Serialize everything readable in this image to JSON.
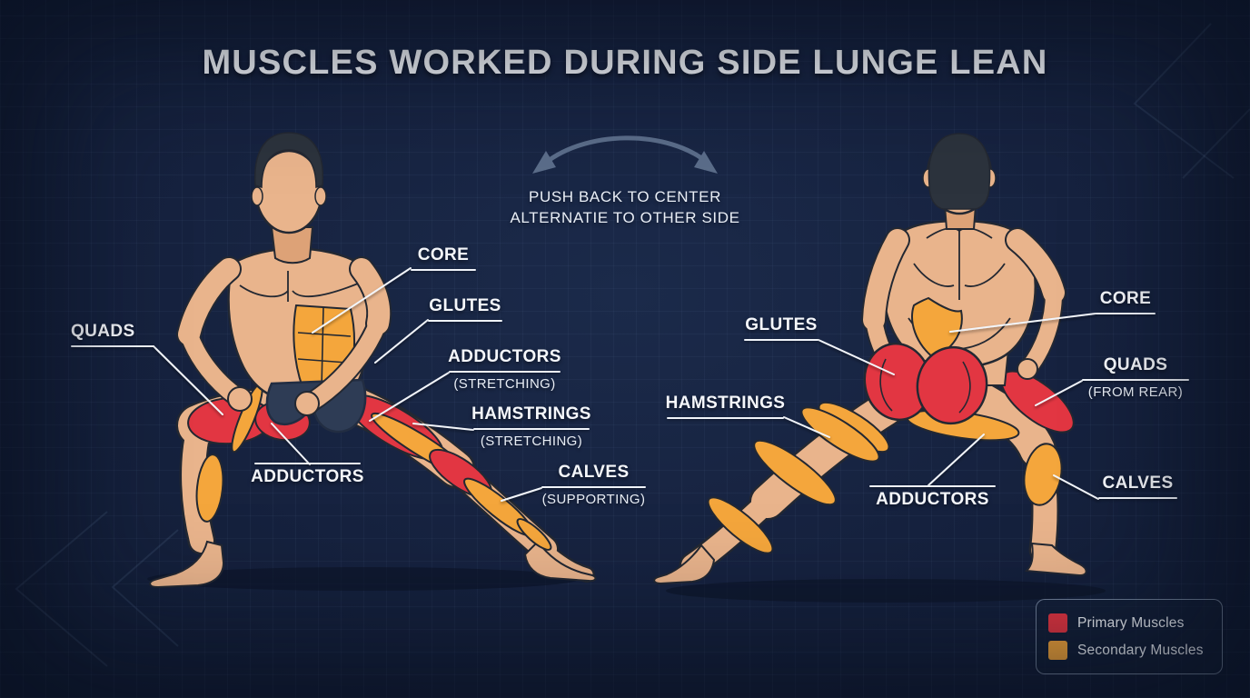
{
  "title": "MUSCLES WORKED DURING SIDE LUNGE LEAN",
  "instruction": {
    "line1": "PUSH BACK TO CENTER",
    "line2": "ALTERNATIE TO OTHER SIDE"
  },
  "labels": {
    "front": [
      {
        "text": "QUADS",
        "sub": ""
      },
      {
        "text": "CORE",
        "sub": ""
      },
      {
        "text": "GLUTES",
        "sub": ""
      },
      {
        "text": "ADDUCTORS",
        "sub": "(STRETCHING)"
      },
      {
        "text": "HAMSTRINGS",
        "sub": "(STRETCHING)"
      },
      {
        "text": "CALVES",
        "sub": "(SUPPORTING)"
      },
      {
        "text": "ADDUCTORS",
        "sub": ""
      }
    ],
    "back": [
      {
        "text": "GLUTES",
        "sub": ""
      },
      {
        "text": "HAMSTRINGS",
        "sub": ""
      },
      {
        "text": "ADDUCTORS",
        "sub": ""
      },
      {
        "text": "CORE",
        "sub": ""
      },
      {
        "text": "QUADS",
        "sub": "(FROM REAR)"
      },
      {
        "text": "CALVES",
        "sub": ""
      }
    ]
  },
  "legend": {
    "items": [
      {
        "label": "Primary Muscles",
        "color": "#e23642"
      },
      {
        "label": "Secondary Muscles",
        "color": "#f4a63c"
      }
    ]
  },
  "colors": {
    "background": "#16223f",
    "primary_muscle": "#e23642",
    "secondary_muscle": "#f4a63c",
    "skin": "#e9b48c",
    "label_text": "#f5f7fb",
    "arrow": "#5b6d8a"
  }
}
